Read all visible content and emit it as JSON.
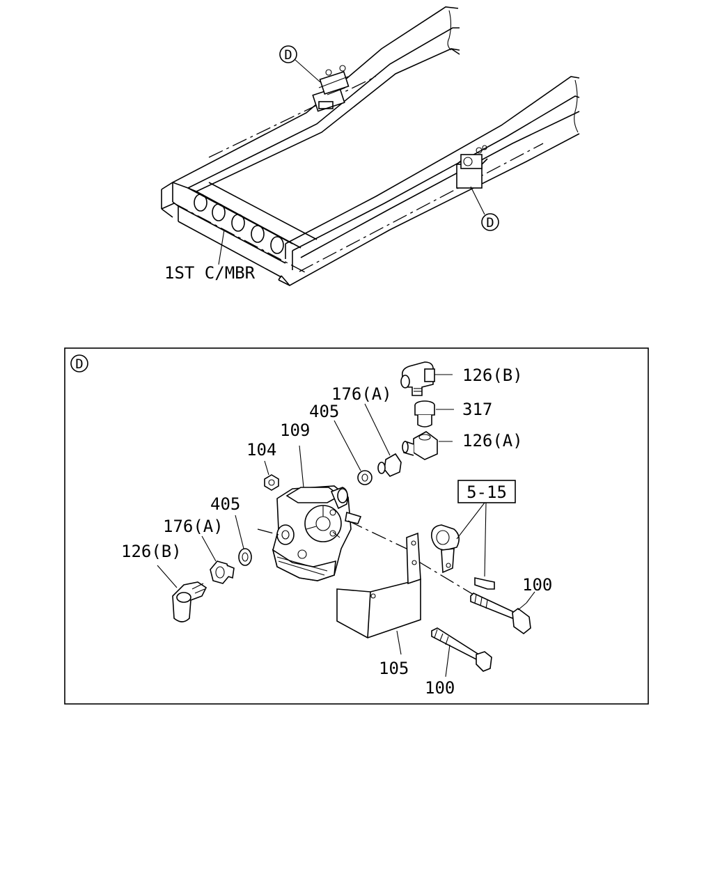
{
  "diagram": {
    "frame_label": "1ST C/MBR",
    "callout_letter": "D",
    "detail_letter": "D",
    "ref_box": "5-15",
    "parts": {
      "p126b_top": "126(B)",
      "p317": "317",
      "p126a": "126(A)",
      "p176a_top": "176(A)",
      "p405_top": "405",
      "p109": "109",
      "p104": "104",
      "p405_left": "405",
      "p176a_left": "176(A)",
      "p126b_left": "126(B)",
      "p100_right": "100",
      "p105": "105",
      "p100_bottom": "100"
    }
  }
}
